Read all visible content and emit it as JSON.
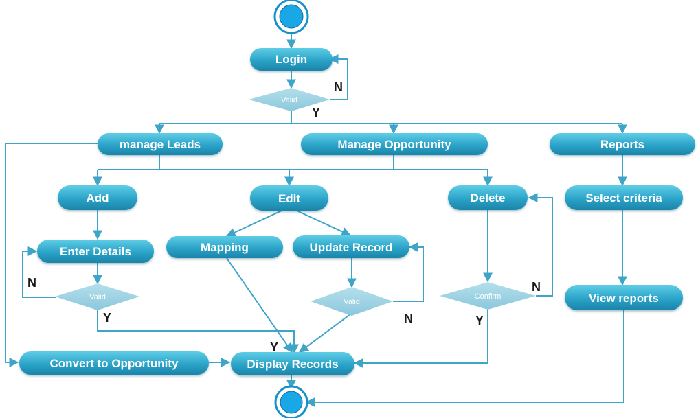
{
  "colors": {
    "node_fill_top": "#4fc3de",
    "node_fill_bottom": "#1f8fb2",
    "decision_fill": "#9fd2e3",
    "connector": "#3ea4c8",
    "text_dark": "#1a1a1a"
  },
  "nodes": {
    "login": "Login",
    "manage_leads": "manage Leads",
    "manage_opportunity": "Manage Opportunity",
    "reports": "Reports",
    "add": "Add",
    "edit": "Edit",
    "delete": "Delete",
    "select_criteria": "Select criteria",
    "enter_details": "Enter Details",
    "mapping": "Mapping",
    "update_record": "Update Record",
    "view_reports": "View reports",
    "convert_to_opportunity": "Convert to Opportunity",
    "display_records": "Display Records"
  },
  "decisions": {
    "login_valid": "Valid",
    "details_valid": "Valid",
    "update_valid": "Valid",
    "delete_confirm": "Confirm"
  },
  "branch_labels": {
    "login_no": "N",
    "login_yes": "Y",
    "details_no": "N",
    "details_yes": "Y",
    "update_no": "N",
    "update_yes": "Y",
    "confirm_no": "N",
    "confirm_yes": "Y"
  }
}
